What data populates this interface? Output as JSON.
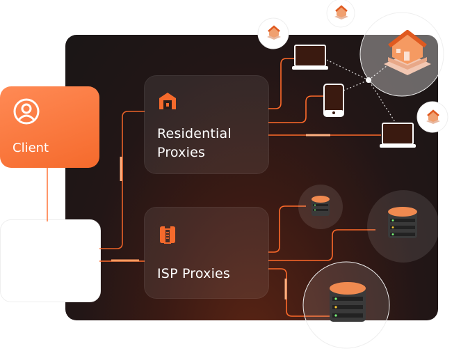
{
  "client": {
    "label": "Client",
    "icon": "user-icon"
  },
  "residential": {
    "label_line1": "Residential",
    "label_line2": "Proxies",
    "icon": "warehouse-icon"
  },
  "isp": {
    "label": "ISP Proxies",
    "icon": "building-icon"
  },
  "colors": {
    "accent": "#f56a2c",
    "panel": "#1e1818",
    "line": "#ff6a2a"
  },
  "icons": [
    "house-icon",
    "laptop-icon",
    "phone-icon",
    "server-icon"
  ]
}
